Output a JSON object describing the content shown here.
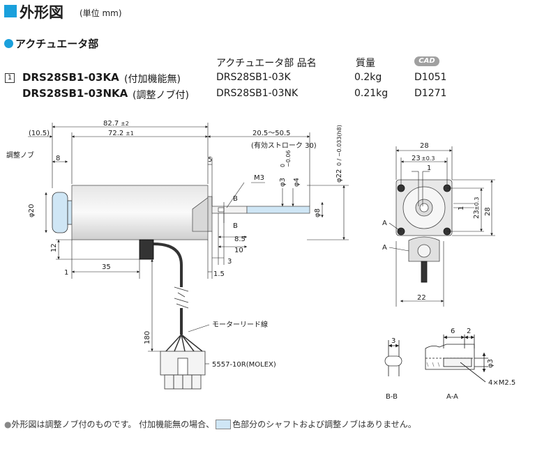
{
  "header": {
    "title": "外形図",
    "unit": "(単位 mm)"
  },
  "section": {
    "title": "アクチュエータ部"
  },
  "spec_table": {
    "columns": [
      "アクチュエータ部 品名",
      "質量",
      "CAD"
    ],
    "index": "1",
    "rows": [
      {
        "model": "DRS28SB1-03KA",
        "note": "(付加機能無)",
        "actuator": "DRS28SB1-03K",
        "mass": "0.2kg",
        "cad": "D1051"
      },
      {
        "model": "DRS28SB1-03NKA",
        "note": "(調整ノブ付)",
        "actuator": "DRS28SB1-03NK",
        "mass": "0.21kg",
        "cad": "D1271"
      }
    ]
  },
  "side_view": {
    "adjust_knob_label": "調整ノブ",
    "dim_overall": "82.7",
    "dim_overall_tol": "±2",
    "dim_body": "72.2",
    "dim_body_tol": "±1",
    "dim_knob_offset": "(10.5)",
    "dim_knob_len": "8",
    "dim_knob_dia": "φ20",
    "dim_stroke": "20.5～50.5",
    "dim_stroke_note": "(有効ストローク 30)",
    "dim_5": "5",
    "dim_m3": "M3",
    "dim_phi3": "φ3",
    "dim_phi3_tol_upper": "0",
    "dim_phi3_tol_lower": "−0.06",
    "dim_phi4": "φ4",
    "dim_phi22": "φ22",
    "dim_phi22_tol": "0 / −0.033(h8)",
    "dim_phi8": "φ8",
    "dim_b": "B",
    "dim_8_5": "8.5",
    "dim_10": "10",
    "dim_3": "3",
    "dim_1_5": "1.5",
    "dim_12": "12",
    "dim_1": "1",
    "dim_35": "35",
    "dim_180": "180",
    "motor_lead_label": "モーターリード線",
    "connector_label": "5557-10R(MOLEX)"
  },
  "front_view": {
    "dim_28_top": "28",
    "dim_23_top": "23",
    "dim_23_tol": "±0.3",
    "dim_1_top": "1",
    "dim_1_right": "1",
    "dim_23_right": "23",
    "dim_28_right": "28",
    "dim_22_bottom": "22",
    "label_a1": "A",
    "label_a2": "A"
  },
  "section_views": {
    "bb_dim": "3",
    "bb_label": "B-B",
    "aa_dim6": "6",
    "aa_dim2": "2",
    "aa_phi3": "φ3",
    "aa_thread": "4×M2.5",
    "aa_label": "A-A"
  },
  "footnote": {
    "bullet": "●",
    "part1": "外形図は調整ノブ付のものです。 付加機能無の場合、",
    "part2": "色部分のシャフトおよび調整ノブはありません。",
    "swatch_color": "#cfe6f5"
  },
  "colors": {
    "accent": "#1aa0dc",
    "highlight": "#cfe6f5",
    "badge": "#a0a0a0"
  }
}
